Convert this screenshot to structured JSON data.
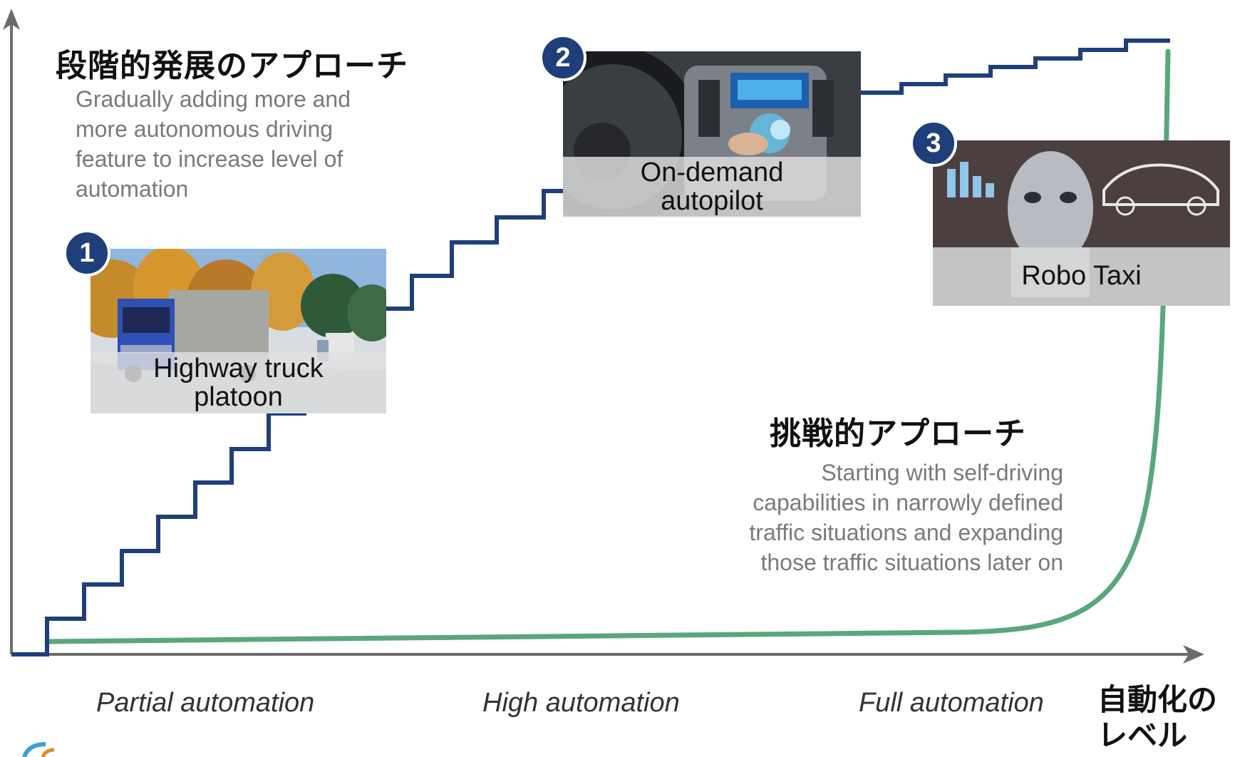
{
  "incremental": {
    "title": "段階的発展のアプローチ",
    "description": [
      "Gradually adding more and",
      "more autonomous driving",
      "feature to increase level of",
      "automation"
    ]
  },
  "disruptive": {
    "title": "挑戦的アプローチ",
    "description": [
      "Starting with self-driving",
      "capabilities in narrowly defined",
      "traffic situations and expanding",
      "those traffic situations later on"
    ]
  },
  "cards": [
    {
      "number": "1",
      "caption": [
        "Highway truck",
        "platoon"
      ]
    },
    {
      "number": "2",
      "caption": [
        "On-demand",
        "autopilot"
      ]
    },
    {
      "number": "3",
      "caption": [
        "Robo Taxi"
      ]
    }
  ],
  "x_axis_categories": [
    "Partial automation",
    "High automation",
    "Full automation"
  ],
  "x_axis_title": [
    "自動化の",
    "レベル"
  ],
  "colors": {
    "incremental_line": "#1f3f7a",
    "disruptive_line": "#5aa77a",
    "axis": "#6b6b6b",
    "badge": "#1f3f7a"
  }
}
